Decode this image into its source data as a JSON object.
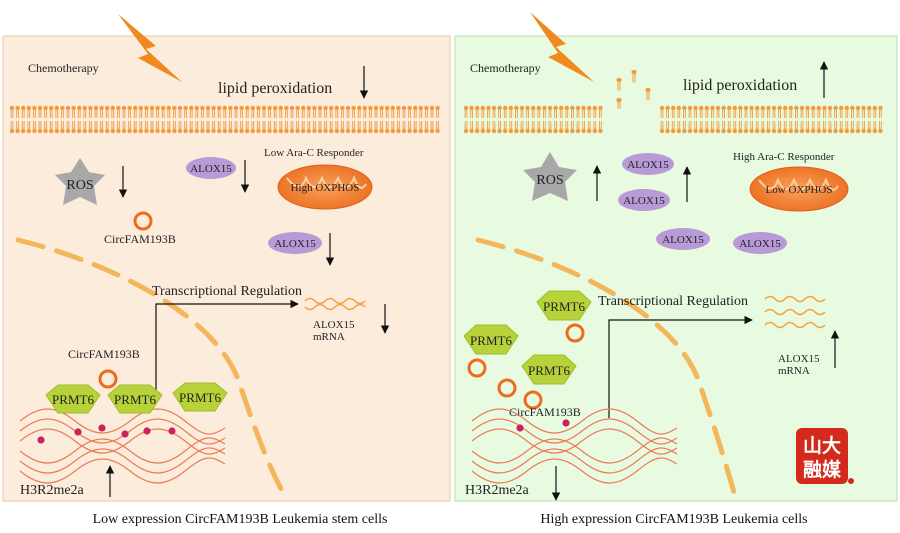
{
  "left_panel": {
    "chemotherapy": "Chemotherapy",
    "lipid_peroxidation": "lipid peroxidation",
    "ros": "ROS",
    "alox15_a": "ALOX15",
    "alox15_b": "ALOX15",
    "responder": "Low Ara-C Responder",
    "oxphos": "High OXPHOS",
    "circ_top": "CircFAM193B",
    "circ_mid": "CircFAM193B",
    "transcriptional": "Transcriptional Regulation",
    "alox15_mrna_line1": "ALOX15",
    "alox15_mrna_line2": "mRNA",
    "prmt6_1": "PRMT6",
    "prmt6_2": "PRMT6",
    "prmt6_3": "PRMT6",
    "h3r2me2a": "H3R2me2a",
    "caption": "Low expression CircFAM193B Leukemia stem cells"
  },
  "right_panel": {
    "chemotherapy": "Chemotherapy",
    "lipid_peroxidation": "lipid peroxidation",
    "ros": "ROS",
    "alox15_a": "ALOX15",
    "alox15_b": "ALOX15",
    "alox15_c": "ALOX15",
    "alox15_d": "ALOX15",
    "responder": "High Ara-C Responder",
    "oxphos": "Low OXPHOS",
    "circ_label": "CircFAM193B",
    "transcriptional": "Transcriptional Regulation",
    "alox15_mrna_line1": "ALOX15",
    "alox15_mrna_line2": "mRNA",
    "prmt6_1": "PRMT6",
    "prmt6_2": "PRMT6",
    "prmt6_3": "PRMT6",
    "h3r2me2a": "H3R2me2a",
    "caption": "High expression CircFAM193B Leukemia cells"
  },
  "watermark": {
    "line1": "山大",
    "line2": "融媒"
  },
  "colors": {
    "left_bg": "#fcecdc",
    "right_bg": "#e8fbe0",
    "membrane": "#f29a3c",
    "alox": "#b79ad6",
    "prmt": "#b8d23a",
    "circ": "#f06a1e",
    "dna": "#ee7a55",
    "dot": "#d0205a",
    "lightning": "#f08a1e",
    "ros": "#a0a0a0",
    "mito": "#f07a28"
  }
}
